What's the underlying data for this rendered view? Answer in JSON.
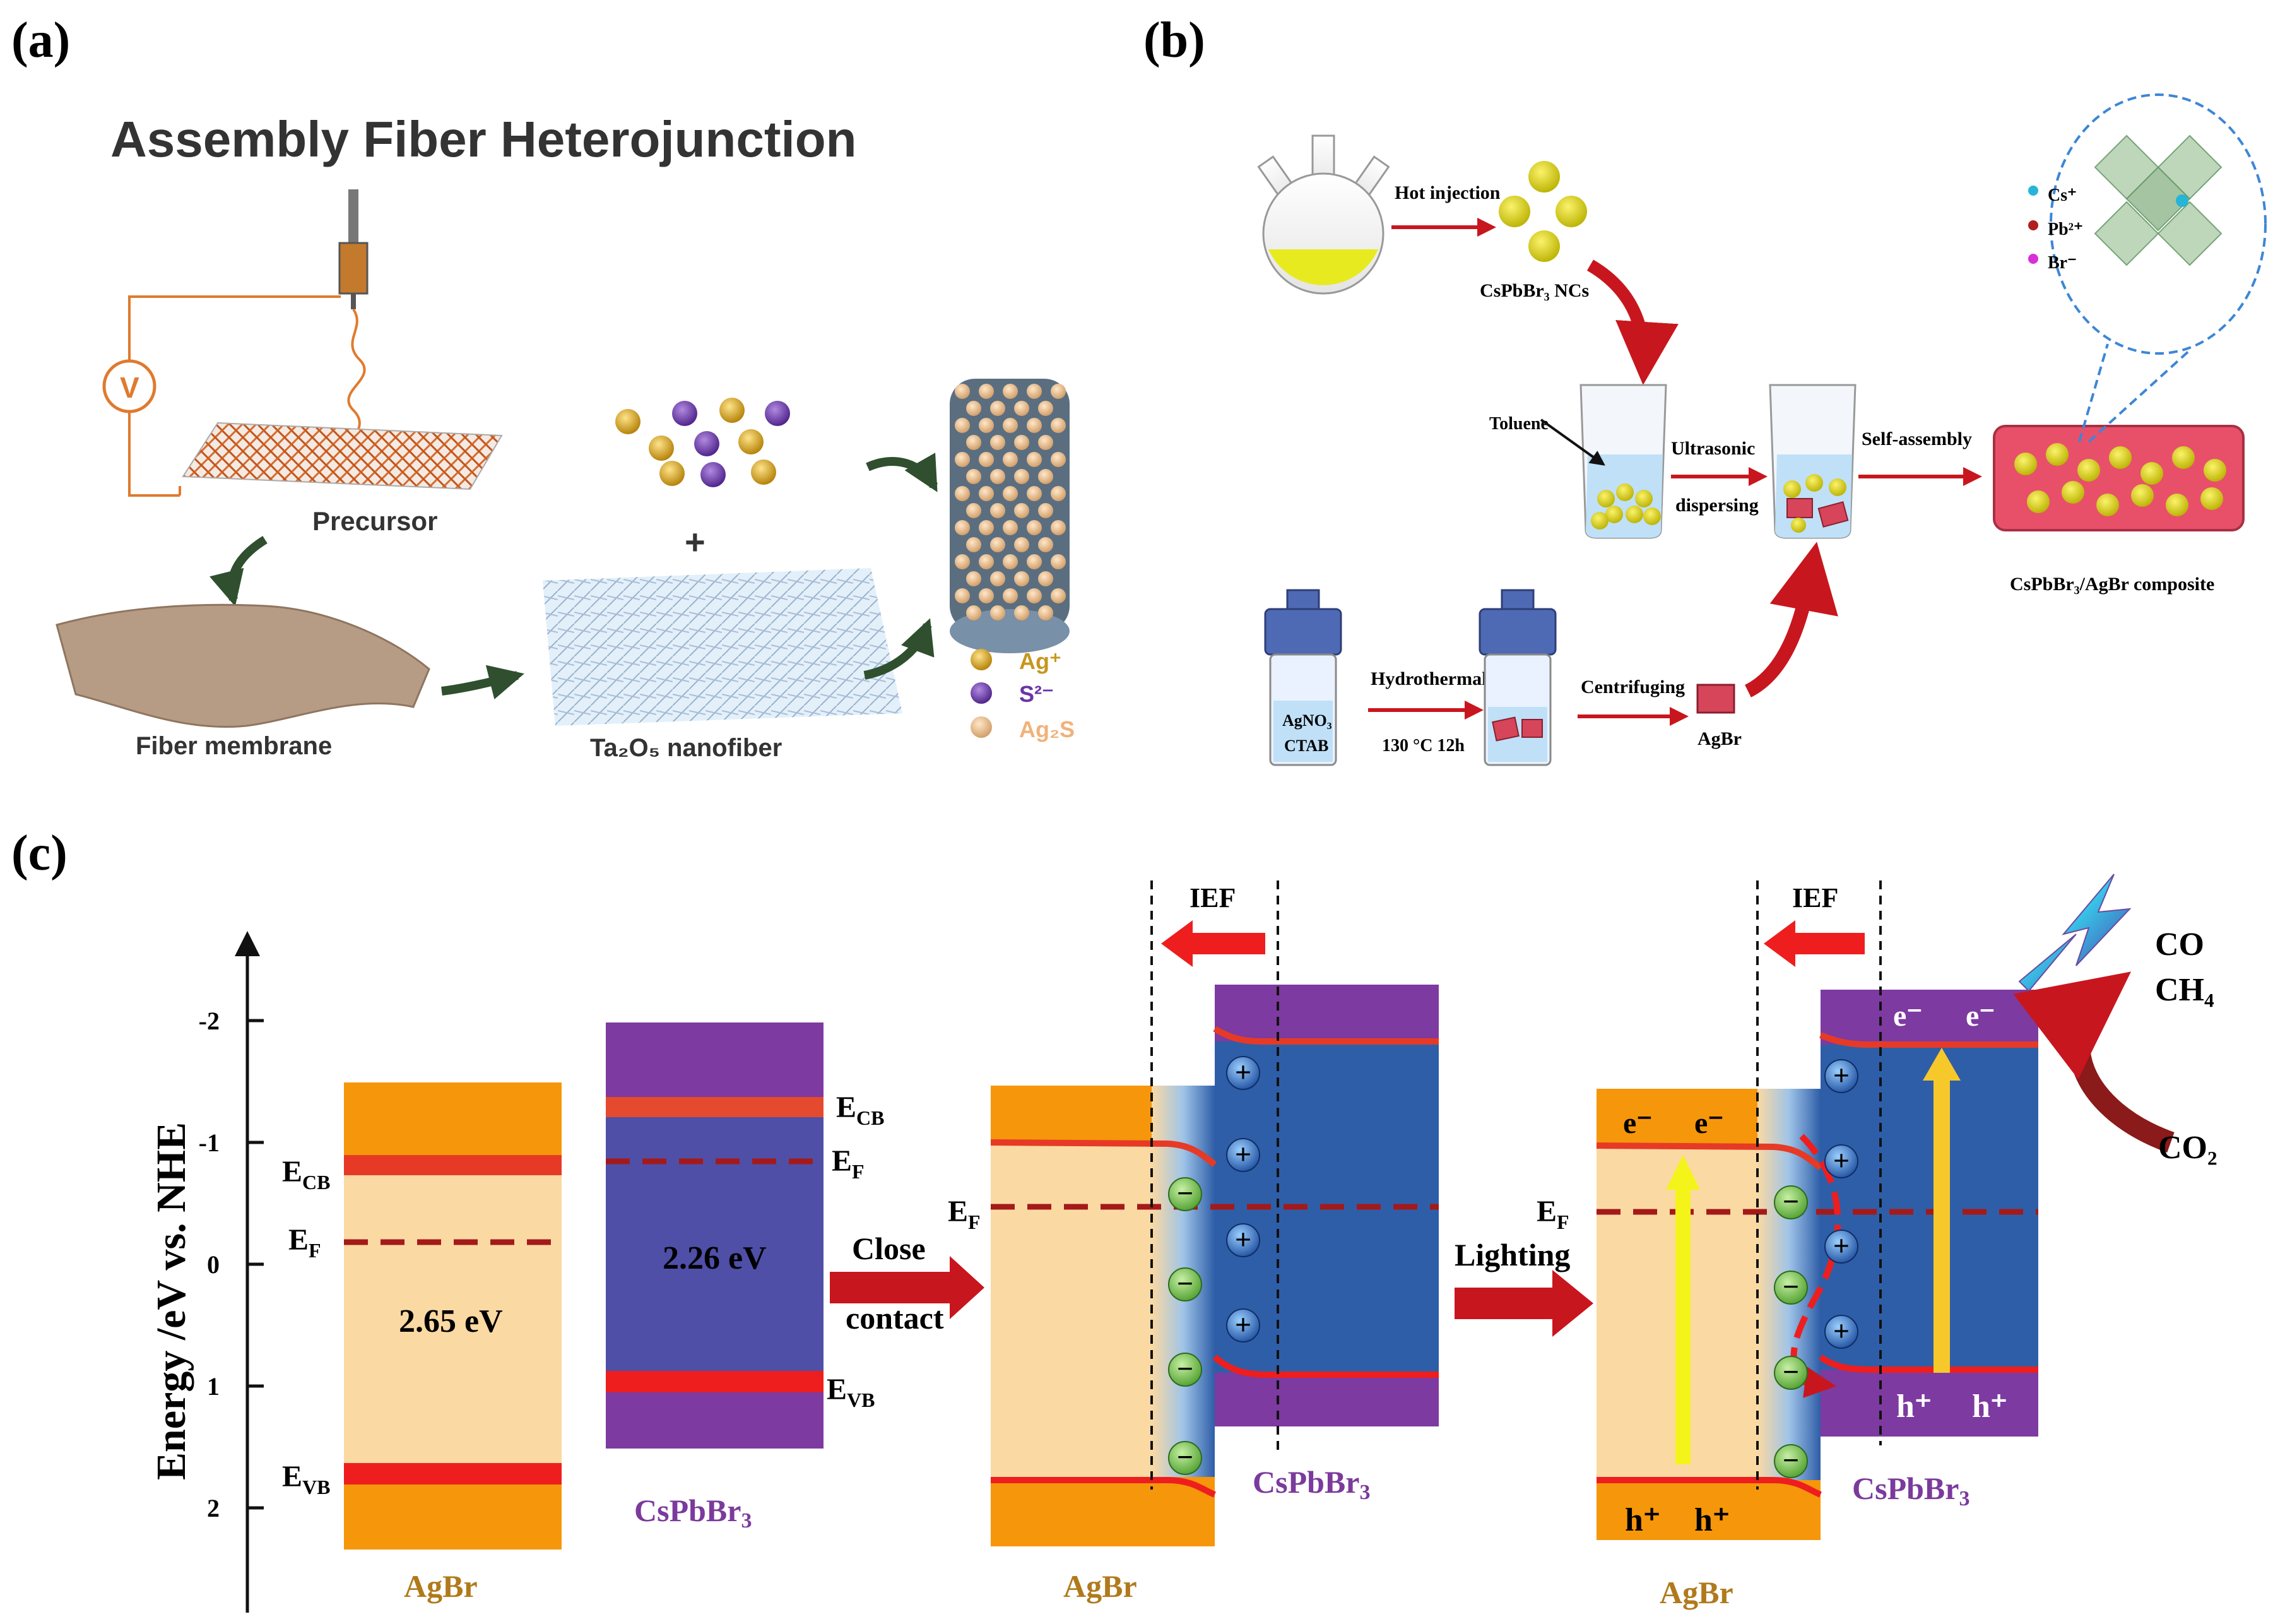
{
  "panels": {
    "a": {
      "label": "(a)",
      "title": "Assembly Fiber Heterojunction",
      "voltmeter": "V",
      "precursor": "Precursor",
      "plus": "+",
      "fiber_membrane": "Fiber membrane",
      "nanofiber": "Ta₂O₅ nanofiber",
      "legend": [
        "Ag⁺",
        "S²⁻",
        "Ag₂S"
      ]
    },
    "b": {
      "label": "(b)",
      "hot_injection": "Hot injection",
      "nanocrystals": "CsPbBr₃ NCs",
      "toluene": "Toluene",
      "ultrasonic": "Ultrasonic",
      "dispersing": "dispersing",
      "self_assembly": "Self-assembly",
      "composite": "CsPbBr₃/AgBr composite",
      "ions": [
        "Cs⁺",
        "Pb²⁺",
        "Br⁻"
      ],
      "autoclave_label_1": "AgNO₃",
      "autoclave_label_2": "CTAB",
      "hydrothermal": "Hydrothermal",
      "temp_time": "130 °C 12h",
      "centrifuging": "Centrifuging",
      "agbr": "AgBr"
    },
    "c": {
      "label": "(c)",
      "ylabel": "Energy /eV vs. NHE",
      "y_ticks": [
        "-2",
        "-1",
        "0",
        "1",
        "2"
      ],
      "ecb": "E",
      "ecb_sub": "CB",
      "ef": "E",
      "ef_sub": "F",
      "evb": "E",
      "evb_sub": "VB",
      "agbr_gap": "2.65 eV",
      "cspbbr3_gap": "2.26 eV",
      "agbr": "AgBr",
      "cspbbr3": "CsPbBr",
      "cspbbr3_sub": "3",
      "close": "Close",
      "contact": "contact",
      "lighting": "Lighting",
      "ief": "IEF",
      "electron": "e⁻",
      "hole": "h⁺",
      "plus_sign": "+",
      "minus_sign": "−",
      "co": "CO",
      "ch4": "CH₄",
      "co2": "CO₂"
    }
  },
  "band_data": {
    "type": "band-diagram",
    "y_axis": {
      "label": "Energy /eV vs. NHE",
      "ticks": [
        -2,
        -1,
        0,
        1,
        2
      ]
    },
    "AgBr": {
      "E_CB": -0.8,
      "E_F": -0.2,
      "E_VB": 1.7,
      "gap_eV": 2.65
    },
    "CsPbBr3": {
      "E_CB": -1.3,
      "E_F": -0.85,
      "E_VB": 0.95,
      "gap_eV": 2.26
    },
    "products": [
      "CO",
      "CH₄"
    ],
    "reactant": "CO₂"
  },
  "colors": {
    "arrow_red": "#c8161e",
    "dark_red": "#8b1a1a",
    "agbr_orange": "#f6960a",
    "agbr_light": "#fbd9a3",
    "cspbbr3_purple": "#7d3aa0",
    "cspbbr3_blue": "#2f5ea8",
    "band_red": "#e63a26",
    "label_brown": "#b07a1c",
    "label_purple": "#7b3a9c"
  }
}
